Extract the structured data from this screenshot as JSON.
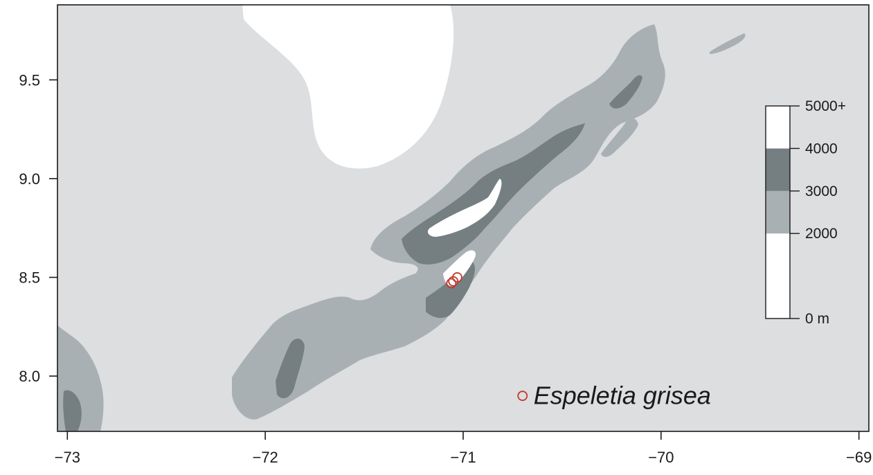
{
  "chart_data": {
    "type": "map",
    "xlim": [
      -73.05,
      -68.95
    ],
    "ylim": [
      7.72,
      9.88
    ],
    "x_ticks": [
      {
        "value": -73,
        "label": "−73"
      },
      {
        "value": -72,
        "label": "−72"
      },
      {
        "value": -71,
        "label": "−71"
      },
      {
        "value": -70,
        "label": "−70"
      },
      {
        "value": -69,
        "label": "−69"
      }
    ],
    "y_ticks": [
      {
        "value": 8.0,
        "label": "8.0"
      },
      {
        "value": 8.5,
        "label": "8.5"
      },
      {
        "value": 9.0,
        "label": "9.0"
      },
      {
        "value": 9.5,
        "label": "9.5"
      }
    ],
    "elevation_legend": {
      "bands": [
        {
          "from": 0,
          "to": 2000,
          "color": "#ffffff"
        },
        {
          "from": 2000,
          "to": 3000,
          "color": "#a9b0b4"
        },
        {
          "from": 3000,
          "to": 4000,
          "color": "#757f82"
        },
        {
          "from": 4000,
          "to": 5000,
          "color": "#ffffff"
        }
      ],
      "ticks": [
        {
          "value": 0,
          "label": "0 m"
        },
        {
          "value": 2000,
          "label": "2000"
        },
        {
          "value": 3000,
          "label": "3000"
        },
        {
          "value": 4000,
          "label": "4000"
        },
        {
          "value": 5000,
          "label": "5000+"
        }
      ]
    },
    "colors": {
      "lowland": "#dcdedf",
      "band_2000_3000": "#a9b0b4",
      "band_3000_4000": "#757f82",
      "band_4000_plus": "#ffffff",
      "lake": "#ffffff",
      "occurrence": "#c0392b"
    },
    "occurrences": [
      {
        "lon": -71.05,
        "lat": 8.48
      },
      {
        "lon": -71.03,
        "lat": 8.5
      },
      {
        "lon": -71.06,
        "lat": 8.47
      }
    ],
    "species_legend": {
      "label": "Espeletia grisea",
      "marker_lon": -70.7,
      "marker_lat": 7.9
    }
  }
}
